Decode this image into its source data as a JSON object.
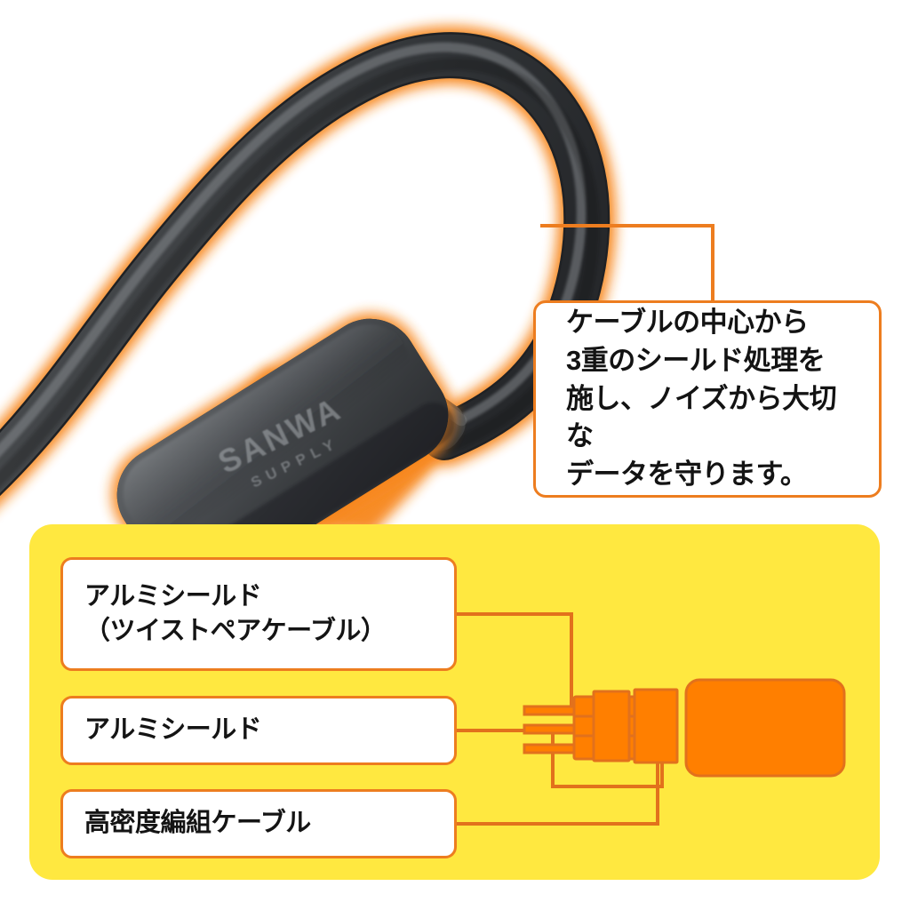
{
  "palette": {
    "background": "#ffffff",
    "panel_yellow": "#FFE840",
    "accent_orange": "#ED7D1F",
    "fill_orange": "#FF7F00",
    "stroke_orange_dark": "#E2711C",
    "cable_black": "#3A3C3E",
    "text_black": "#131313"
  },
  "product_photo": {
    "name": "braided-usb-cable-with-connector",
    "cable_color": "#3A3C3E",
    "glow_color": "#F79232",
    "connector_brand_line1": "SANWA",
    "connector_brand_line2": "SUPPLY"
  },
  "callout": {
    "text": "ケーブルの中心から\n3重のシールド処理を\n施し、ノイズから大切な\nデータを守ります。",
    "border_color": "#ED7D1F",
    "background": "#ffffff"
  },
  "panel": {
    "background": "#FFE840",
    "labels": [
      {
        "id": "aluminum-shield-twisted-pair",
        "text": "アルミシールド\n（ツイストペアケーブル）"
      },
      {
        "id": "aluminum-shield",
        "text": "アルミシールド"
      },
      {
        "id": "high-density-braided-cable",
        "text": "高密度編組ケーブル"
      }
    ],
    "diagram": {
      "type": "cable-cross-section-schematic",
      "fill": "#FF7F00",
      "stroke": "#E2711C",
      "parts": [
        {
          "name": "twisted-pair-strand-1",
          "kind": "strand"
        },
        {
          "name": "twisted-pair-strand-2",
          "kind": "strand"
        },
        {
          "name": "twisted-pair-strand-3",
          "kind": "strand"
        },
        {
          "name": "aluminum-shield-layer-inner",
          "kind": "bar"
        },
        {
          "name": "aluminum-shield-layer-outer",
          "kind": "bar"
        },
        {
          "name": "braided-jacket-block",
          "kind": "block"
        }
      ]
    }
  }
}
